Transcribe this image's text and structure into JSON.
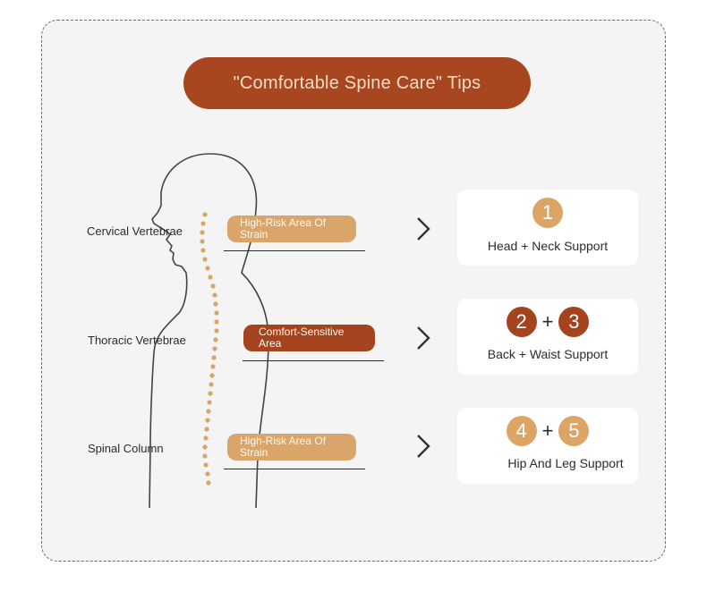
{
  "title": "\"Comfortable Spine Care\" Tips",
  "colors": {
    "rust": "#a6431f",
    "tan": "#d9a56a",
    "background": "#f4f4f4"
  },
  "regions": [
    {
      "name": "Cervical Vertebrae",
      "tag": "High-Risk Area Of Strain",
      "tag_color": "tan",
      "numbers": [
        "1"
      ],
      "support": "Head + Neck Support"
    },
    {
      "name": "Thoracic Vertebrae",
      "tag": "Comfort-Sensitive Area",
      "tag_color": "rust",
      "numbers": [
        "2",
        "3"
      ],
      "plus": "+",
      "support": "Back + Waist Support"
    },
    {
      "name": "Spinal Column",
      "tag": "High-Risk Area Of Strain",
      "tag_color": "tan",
      "numbers": [
        "4",
        "5"
      ],
      "plus": "+",
      "support": "Hip And Leg Support"
    }
  ]
}
